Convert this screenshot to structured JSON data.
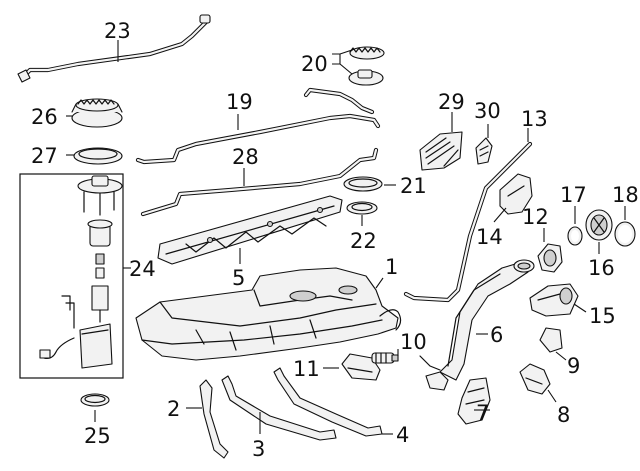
{
  "callouts": {
    "c1": "1",
    "c2": "2",
    "c3": "3",
    "c4": "4",
    "c5": "5",
    "c6": "6",
    "c7": "7",
    "c8": "8",
    "c9": "9",
    "c10": "10",
    "c11": "11",
    "c12": "12",
    "c13": "13",
    "c14": "14",
    "c15": "15",
    "c16": "16",
    "c17": "17",
    "c18": "18",
    "c19": "19",
    "c20": "20",
    "c21": "21",
    "c22": "22",
    "c23": "23",
    "c24": "24",
    "c25": "25",
    "c26": "26",
    "c27": "27",
    "c28": "28",
    "c29": "29",
    "c30": "30"
  },
  "parts": {
    "1": "fuel-tank",
    "2": "tank-strap",
    "3": "tank-strap",
    "4": "tank-strap",
    "5": "protector",
    "6": "filler-pipe",
    "7": "bracket",
    "8": "bracket",
    "9": "bracket",
    "10": "valve",
    "11": "bracket",
    "12": "cap",
    "13": "vent-tube",
    "14": "shield",
    "15": "housing",
    "16": "fuel-cap",
    "17": "gasket",
    "18": "gasket",
    "19": "fuel-line",
    "20": "sender-assembly",
    "21": "gasket",
    "22": "gasket",
    "23": "fuel-line",
    "24": "fuel-pump-assembly",
    "25": "gasket",
    "26": "lock-ring",
    "27": "gasket",
    "28": "vapor-line",
    "29": "heat-shield",
    "30": "clip"
  }
}
